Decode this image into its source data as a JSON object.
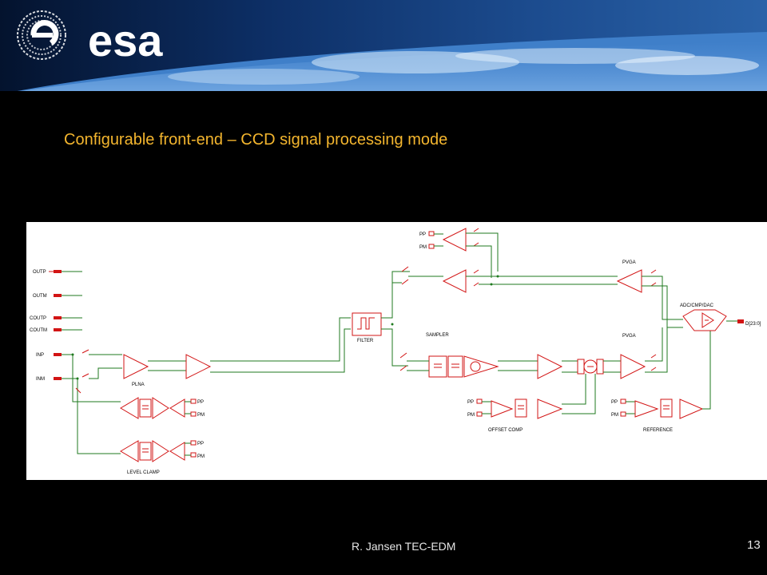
{
  "header": {
    "logo_text": "esa",
    "colors": {
      "background": "#000000",
      "title": "#f3b52e",
      "circuit_symbols": "#d21414",
      "wires": "#1f7a1f",
      "footer_text": "#e6e6e6"
    }
  },
  "slide": {
    "title": "Configurable front-end – CCD signal processing mode"
  },
  "diagram": {
    "inputs": [
      "OUTP",
      "OUTM",
      "COUTP",
      "COUTM",
      "INP",
      "INM"
    ],
    "blocks": {
      "plna": "PLNA",
      "filter": "FILTER",
      "sampler": "SAMPLER",
      "pvga_top": "PVGA",
      "pvga_bottom": "PVGA",
      "adc": "ADC/CMP/DAC",
      "offset_comp": "OFFSET COMP",
      "reference": "REFERENCE",
      "level_clamp": "LEVEL CLAMP"
    },
    "pin_pp": "PP",
    "pin_pm": "PM",
    "output_bus": "D[23:0]"
  },
  "footer": {
    "author": "R. Jansen TEC-EDM",
    "page_number": "13"
  }
}
